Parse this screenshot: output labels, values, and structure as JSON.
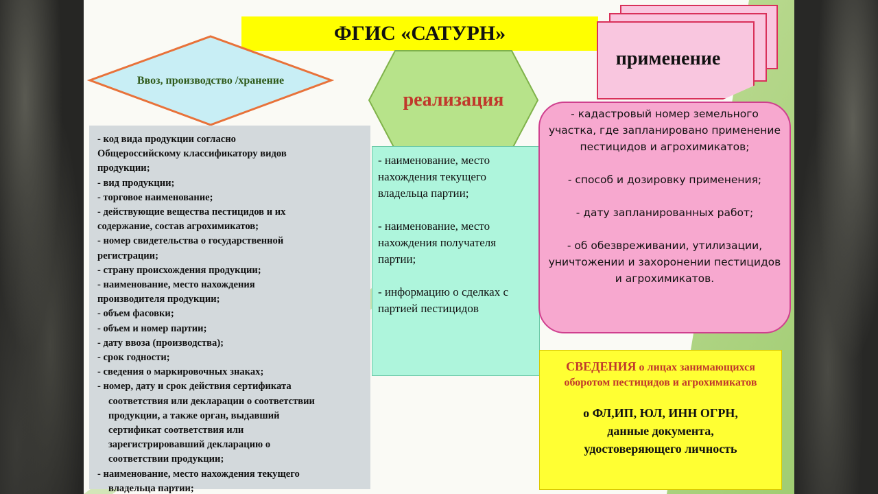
{
  "title": "ФГИС «САТУРН»",
  "stages": {
    "storage": "Ввоз, производство /хранение",
    "sale": "реализация",
    "application": "применение"
  },
  "storage_items": [
    {
      "text": " - код вида продукции согласно",
      "indent": false
    },
    {
      "text": "Общероссийскому классификатору видов",
      "indent": false
    },
    {
      "text": "продукции;",
      "indent": false
    },
    {
      "text": "- вид продукции;",
      "indent": false
    },
    {
      "text": "- торговое наименование;",
      "indent": false
    },
    {
      "text": "- действующие вещества пестицидов и их",
      "indent": false
    },
    {
      "text": "содержание, состав агрохимикатов;",
      "indent": false
    },
    {
      "text": "- номер свидетельства о государственной",
      "indent": false
    },
    {
      "text": "регистрации;",
      "indent": false
    },
    {
      "text": "- страну происхождения продукции;",
      "indent": false
    },
    {
      "text": "- наименование, место нахождения",
      "indent": false
    },
    {
      "text": "производителя продукции;",
      "indent": false
    },
    {
      "text": "- объем фасовки;",
      "indent": false
    },
    {
      "text": "- объем и номер партии;",
      "indent": false
    },
    {
      "text": "- дату ввоза (производства);",
      "indent": false
    },
    {
      "text": "- срок годности;",
      "indent": false
    },
    {
      "text": "- сведения о маркировочных знаках;",
      "indent": false
    },
    {
      "text": "-   номер, дату и срок действия сертификата",
      "indent": false
    },
    {
      "text": "соответствия или декларации о соответствии",
      "indent": true
    },
    {
      "text": "продукции, а также орган, выдавший",
      "indent": true
    },
    {
      "text": "сертификат соответствия или",
      "indent": true
    },
    {
      "text": "зарегистрировавший декларацию о",
      "indent": true
    },
    {
      "text": "соответствии продукции;",
      "indent": true
    },
    {
      "text": "-    наименование, место нахождения текущего",
      "indent": false
    },
    {
      "text": "владельца партии;",
      "indent": true
    }
  ],
  "sale_items": [
    "-    наименование, место нахождения текущего владельца партии;",
    "-    наименование, место нахождения получателя партии;",
    "-   информацию о сделках с партией пестицидов"
  ],
  "application_items": [
    "- кадастровый номер земельного участка, где запланировано применение пестицидов и агрохимикатов;",
    "- способ и дозировку применения;",
    "- дату запланированных работ;",
    "- об обезвреживании, утилизации, уничтожении и захоронении пестицидов и агрохимикатов."
  ],
  "persons": {
    "head_strong": "СВЕДЕНИЯ",
    "head_rest": " о лицах занимающихся оборотом пестицидов и агрохимикатов",
    "body_line1": "о ФЛ,ИП, ЮЛ,  ИНН ОГРН,",
    "body_line2": "данные документа,",
    "body_line3": "удостоверяющего личность"
  },
  "colors": {
    "title_bg": "#ffff00",
    "diamond_fill": "#c8eef5",
    "diamond_stroke": "#e8723a",
    "hexagon_fill": "#b7e38a",
    "pink": "#f7a8cf",
    "cyan": "#aef5dc",
    "grey": "#d3d9dc",
    "accent_red": "#c0392b"
  }
}
